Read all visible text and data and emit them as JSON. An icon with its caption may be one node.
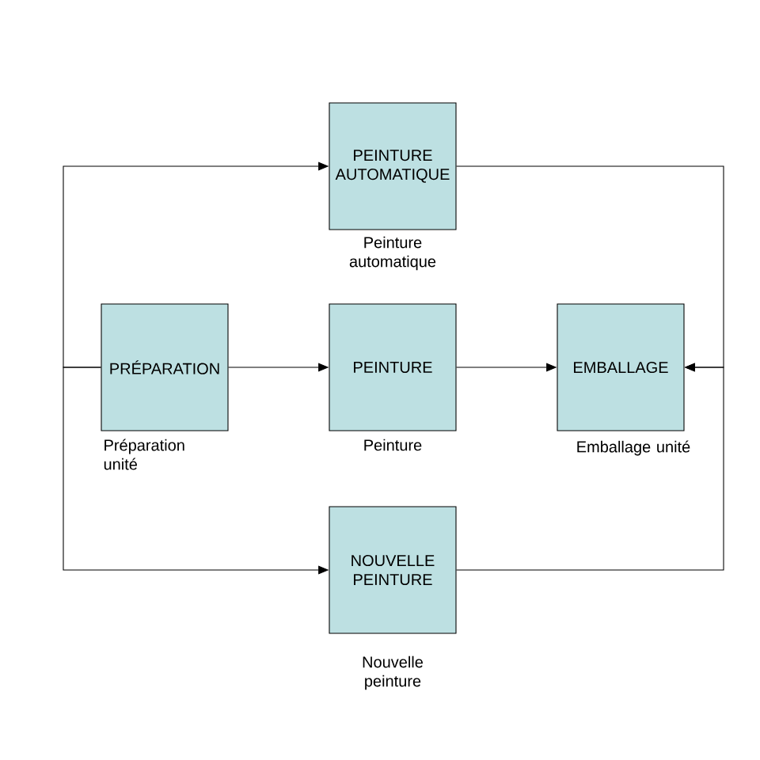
{
  "diagram": {
    "nodes": [
      {
        "text": [
          "PEINTURE AUTOMATIQUE"
        ],
        "beside": [
          "Peinture automatique"
        ]
      },
      {
        "text": [
          "PRÉPARATION"
        ],
        "beside": [
          "Préparation unité"
        ]
      },
      {
        "text": [
          "PEINTURE"
        ],
        "beside": [
          "Peinture"
        ]
      },
      {
        "text": [
          "EMBALLAGE"
        ],
        "beside": [
          "Emballage  unité"
        ]
      },
      {
        "text": [
          "NOUVELLE PEINTURE"
        ],
        "beside": [
          "Nouvelle peinture"
        ]
      }
    ],
    "edges": [
      {
        "from": 1,
        "to": 0,
        "arrow": "to"
      },
      {
        "from": 1,
        "to": 4,
        "arrow": "to"
      },
      {
        "from": 1,
        "to": 2,
        "arrow": "to"
      },
      {
        "from": 2,
        "to": 3,
        "arrow": "to"
      },
      {
        "from": 0,
        "to": 3,
        "arrow": "to"
      },
      {
        "from": 4,
        "to": 3,
        "arrow": "to"
      }
    ]
  }
}
